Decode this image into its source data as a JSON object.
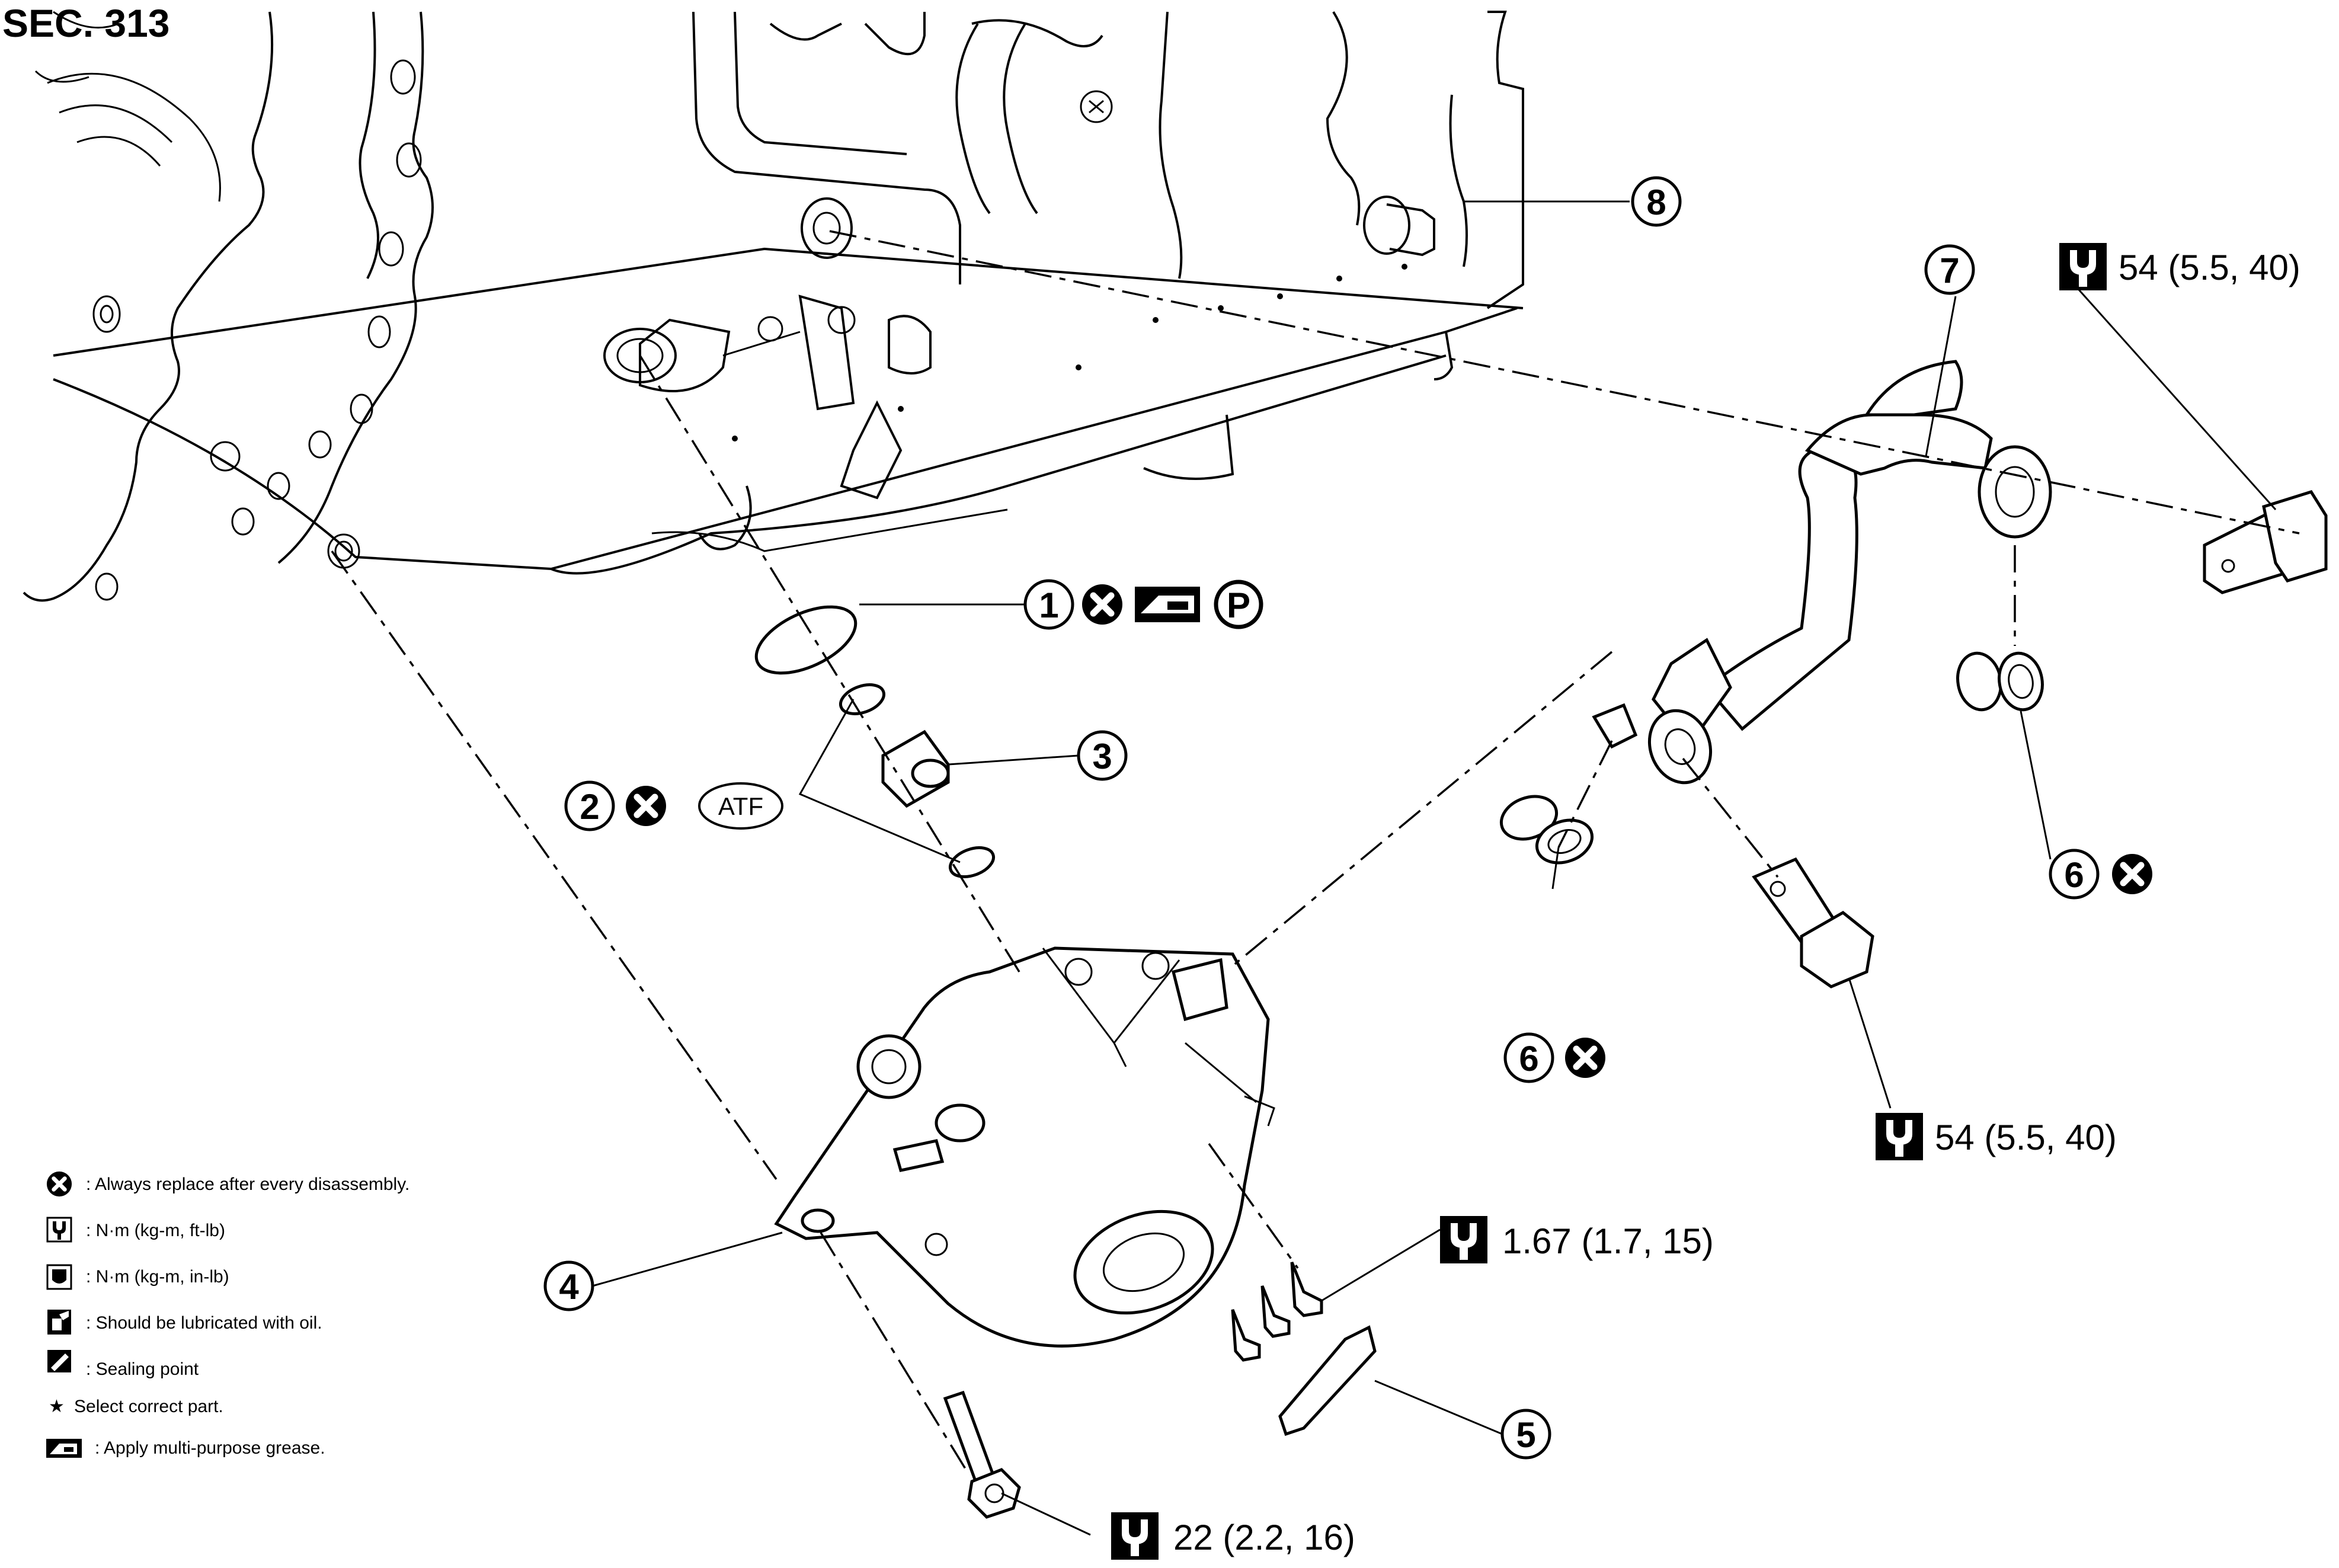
{
  "section_title": "SEC. 313",
  "callouts": [
    "1",
    "2",
    "3",
    "4",
    "5",
    "6",
    "6",
    "7",
    "8"
  ],
  "atf_label": "ATF",
  "p_label": "P",
  "torques": {
    "t7": "54 (5.5, 40)",
    "t_bolt": "54 (5.5, 40)",
    "t_small": "1.67 (1.7, 15)",
    "t_bottom": "22 (2.2, 16)"
  },
  "legend": [
    {
      "icon": "always-replace-icon",
      "text": ": Always replace after every disassembly."
    },
    {
      "icon": "torque-ftlb-icon",
      "text": ": N·m (kg-m, ft-lb)"
    },
    {
      "icon": "torque-inlb-icon",
      "text": ": N·m (kg-m, in-lb)"
    },
    {
      "icon": "oil-can-icon",
      "text": ": Should be lubricated with oil."
    },
    {
      "icon": "sealing-point-icon",
      "text": ": Sealing point"
    },
    {
      "icon": "star-icon",
      "text": "Select correct part."
    },
    {
      "icon": "grease-icon",
      "text": ": Apply multi-purpose grease."
    }
  ]
}
